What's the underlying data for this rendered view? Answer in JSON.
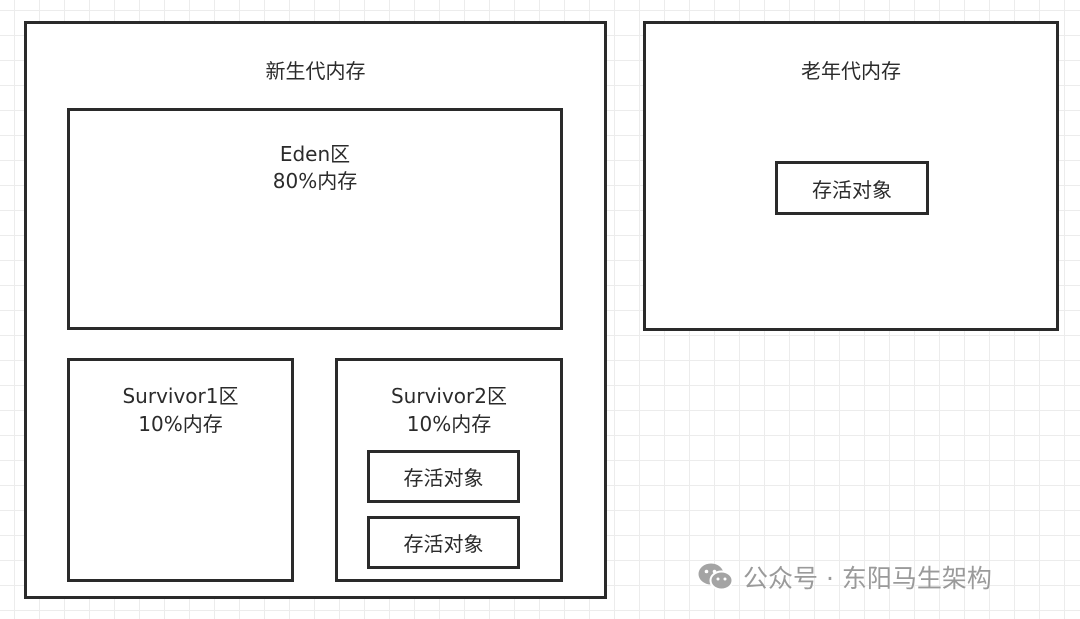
{
  "young_gen": {
    "title": "新生代内存",
    "eden": {
      "name": "Eden区",
      "share": "80%内存"
    },
    "survivor1": {
      "name": "Survivor1区",
      "share": "10%内存"
    },
    "survivor2": {
      "name": "Survivor2区",
      "share": "10%内存",
      "objects": [
        "存活对象",
        "存活对象"
      ]
    }
  },
  "old_gen": {
    "title": "老年代内存",
    "objects": [
      "存活对象"
    ]
  },
  "watermark": {
    "icon": "wechat-icon",
    "text": "公众号 · 东阳马生架构"
  },
  "colors": {
    "border": "#2a2a2a",
    "grid": "#ececec",
    "watermark": "#9a9a9a"
  }
}
